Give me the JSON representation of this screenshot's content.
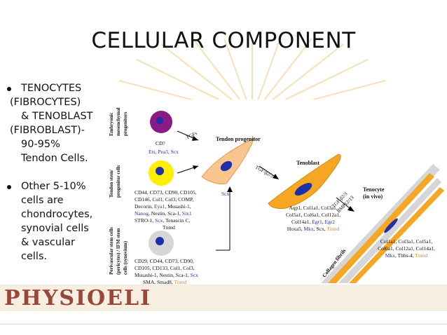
{
  "slide": {
    "title": "CELLULAR COMPONENT",
    "bullets": {
      "b1_line1": "TENOCYTES",
      "b1_line2": "(FIBROCYTES)",
      "b1_line3": "& TENOBLAST",
      "b1_line4": "(FIBROBLAST)-",
      "b1_line5": "90-95%",
      "b1_line6": "Tendon Cells.",
      "b2_line1": "Other 5-10%",
      "b2_line2": "cells are",
      "b2_line3": "chondrocytes,",
      "b2_line4": "synovial cells",
      "b2_line5": "& vascular",
      "b2_line6": "cells."
    },
    "banner_text": "PHYSIOELI"
  },
  "figure": {
    "side_labels": {
      "embryonic_1": "Embryonic mesenchymal",
      "embryonic_2": "progenitors",
      "tendon_stem_1": "Tendon stem/",
      "tendon_stem_2": "progenitor cells",
      "perivascular_1": "Perivascular stem cells",
      "perivascular_2": "(pericytes) / IFM stem",
      "perivascular_3": "cells (synovium)"
    },
    "cell1": {
      "label": "CD?",
      "markers": "Ets, Pea3, Scx"
    },
    "cell2": {
      "line1": "CD44, CD73, CD90, CD105,",
      "line2": "CD146, Col1, Col3, COMP,",
      "line3a": "Decorin, ",
      "line3b": "Eya1",
      "line3c": ", Musashi-1,",
      "line4a": "Nanog",
      "line4b": ", Nestin, Sca-1, ",
      "line4c": "Six1",
      "line5a": "STRO-1, ",
      "line5b": "Scx",
      "line5c": ", Tenascin C,",
      "line6": "Tnmd"
    },
    "cell3": {
      "line1": "CD29, CD44, CD73, CD90,",
      "line2": "CD105, CD133, Col1, Col3,",
      "line3a": "Musashi-1, Nestin, Sca-1, ",
      "line3b": "Scx",
      "line4": "SMA, Smad8, ",
      "line4b": "Tnmd"
    },
    "progenitor": {
      "title": "Tendon progenitor",
      "marker": "Scx"
    },
    "arrow_labels": {
      "fgfs": "FGFs",
      "tgfb": "TGF-β2/3",
      "tgfb_bmp_1": "TGF-β2/3",
      "tgfb_bmp_2": "BMP12/13"
    },
    "tenoblast": {
      "title": "Tenoblast",
      "line1": "Aqp1, Col1a1, Col3a1,",
      "line2": "Col5a1, Col6a1, Col12a1,",
      "line3a": "Col14a1, ",
      "line3b": "Egr1",
      "line3c": ", ",
      "line3d": "Egr2",
      "line4a": "Hoxa5, ",
      "line4b": "Mkx",
      "line4c": ", Scx, ",
      "line4d": "Tnmd"
    },
    "tenocyte": {
      "title1": "Tenocyte",
      "title2": "(in vivo)",
      "line1": "Col1a1, Col3a1, Col5a1,",
      "line2": "Col6a1, Col12a1, Col14a1,",
      "line3a": "Mkx",
      "line3b": ", Thbs-4, ",
      "line3c": "Tnmd"
    },
    "collagen_label": "Collagen fibrils"
  },
  "colors": {
    "blue_marker": "#2233aa",
    "orange_marker": "#e08a10",
    "cell_purple": "#8a1a86",
    "cell_yellow": "#ffee00",
    "cell_grey": "#d6d6d6",
    "tenoblast_orange": "#f5a623",
    "progenitor_orange": "#f7c58d",
    "nucleus_blue": "#1e2fa8",
    "banner_red": "#8a2a1a"
  }
}
